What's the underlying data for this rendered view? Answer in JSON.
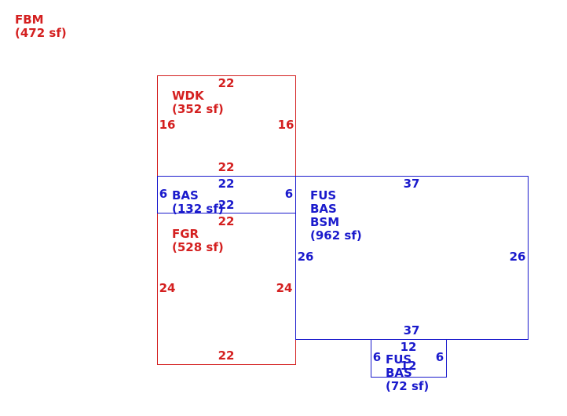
{
  "fbm": {
    "name": "FBM",
    "area": "(472 sf)"
  },
  "wdk": {
    "name": "WDK",
    "area": "(352 sf)",
    "top": "22",
    "bottom": "22",
    "left": "16",
    "right": "16"
  },
  "bas_small": {
    "name": "BAS",
    "area": "(132 sf)",
    "top": "22",
    "bottom": "22",
    "left": "6",
    "right": "6"
  },
  "fgr": {
    "name": "FGR",
    "area": "(528 sf)",
    "top": "22",
    "bottom": "22",
    "left": "24",
    "right": "24"
  },
  "main": {
    "line1": "FUS",
    "line2": "BAS",
    "line3": "BSM",
    "area": "(962 sf)",
    "top": "37",
    "bottom": "37",
    "left": "26",
    "right": "26"
  },
  "bump": {
    "line1": "FUS",
    "line2": "BAS",
    "area": "(72 sf)",
    "top": "12",
    "bottom": "12",
    "left": "6",
    "right": "6"
  },
  "colors": {
    "red": "#d42020",
    "blue": "#1a1acc"
  }
}
